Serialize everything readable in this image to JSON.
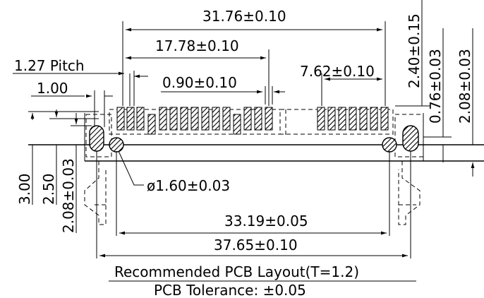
{
  "diagram": {
    "dimensions": {
      "overall_pins": "31.76±0.10",
      "pitch_span": "17.78±0.10",
      "pitch": "1.27 Pitch",
      "offset_small": "1.00",
      "pad_width": "0.90±0.10",
      "right_span": "7.62±0.10",
      "hole_dia": "ø1.60±0.03",
      "holes_span": "33.19±0.05",
      "outer_span": "37.65±0.10",
      "v_300": "3.00",
      "v_250": "2.50",
      "v_208_left": "2.08±0.03",
      "v_240": "2.40±0.15",
      "v_076": "0.76±0.03",
      "v_208_right": "2.08±0.03"
    },
    "caption": {
      "title": "Recommended PCB Layout(T=1.2)",
      "tolerance": "PCB Tolerance: ±0.05"
    }
  }
}
